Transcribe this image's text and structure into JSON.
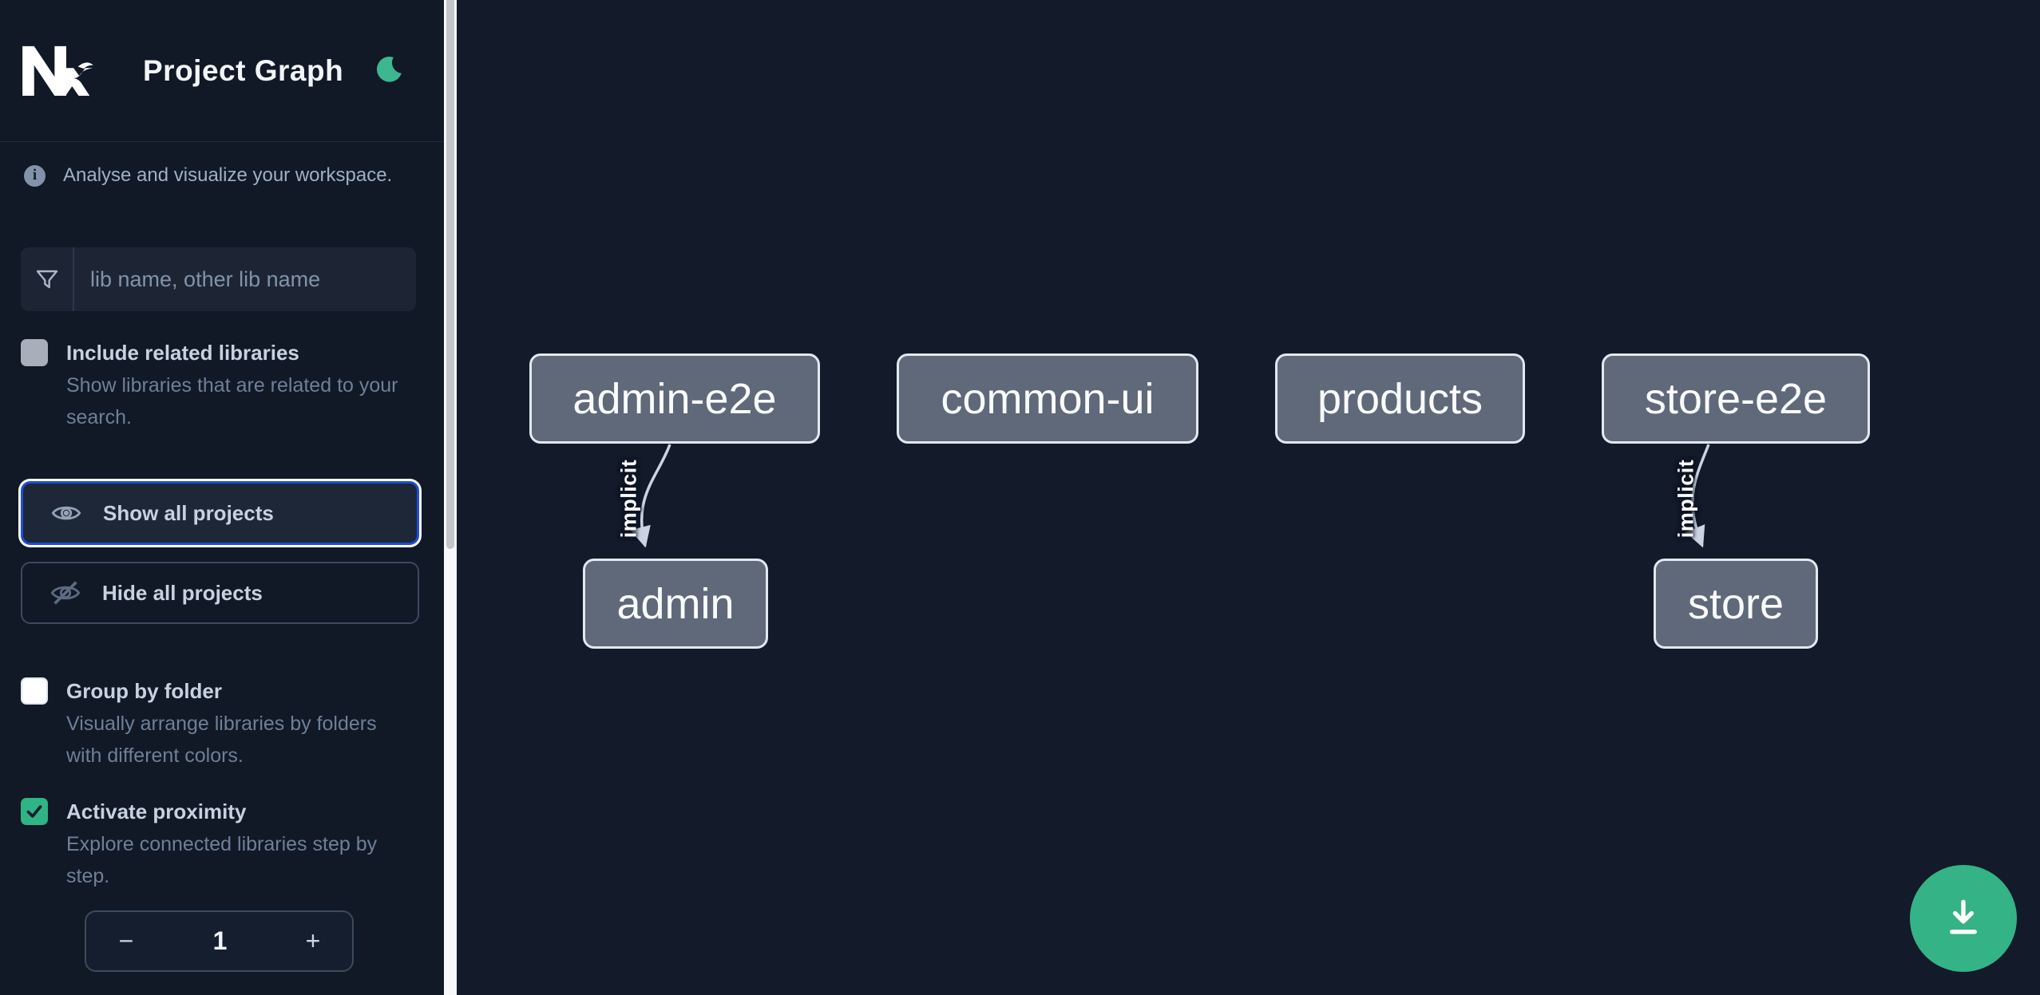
{
  "header": {
    "title": "Project Graph",
    "logo": "nx-logo",
    "theme_icon": "moon-icon"
  },
  "sidebar": {
    "info_text": "Analyse and visualize your workspace.",
    "search": {
      "placeholder": "lib name, other lib name"
    },
    "toggles": [
      {
        "id": "include-related-libraries",
        "label": "Include related libraries",
        "description": "Show libraries that are related to your search.",
        "checked": false,
        "disabled": true
      },
      {
        "id": "group-by-folder",
        "label": "Group by folder",
        "description": "Visually arrange libraries by folders with different colors.",
        "checked": false,
        "disabled": false
      },
      {
        "id": "activate-proximity",
        "label": "Activate proximity",
        "description": "Explore connected libraries step by step.",
        "checked": true,
        "disabled": false
      }
    ],
    "buttons": {
      "show_all": "Show all projects",
      "hide_all": "Hide all projects"
    },
    "stepper": {
      "decrement": "−",
      "value": "1",
      "increment": "+"
    }
  },
  "graph": {
    "nodes": [
      {
        "id": "admin-e2e",
        "label": "admin-e2e"
      },
      {
        "id": "common-ui",
        "label": "common-ui"
      },
      {
        "id": "products",
        "label": "products"
      },
      {
        "id": "store-e2e",
        "label": "store-e2e"
      },
      {
        "id": "admin",
        "label": "admin"
      },
      {
        "id": "store",
        "label": "store"
      }
    ],
    "edges": [
      {
        "source": "admin-e2e",
        "target": "admin",
        "label": "implicit"
      },
      {
        "source": "store-e2e",
        "target": "store",
        "label": "implicit"
      }
    ]
  },
  "fab": {
    "icon": "download-icon"
  },
  "colors": {
    "sidebar_bg": "#111826",
    "canvas_bg": "#131a2a",
    "accent_focus_blue": "#1d4ed8",
    "brand_green": "#34b386",
    "node_fill": "#5f6979",
    "node_border": "#e2e8f0",
    "edge_stroke": "#cbd5e1",
    "checkbox_checked_green": "#2fb486"
  }
}
